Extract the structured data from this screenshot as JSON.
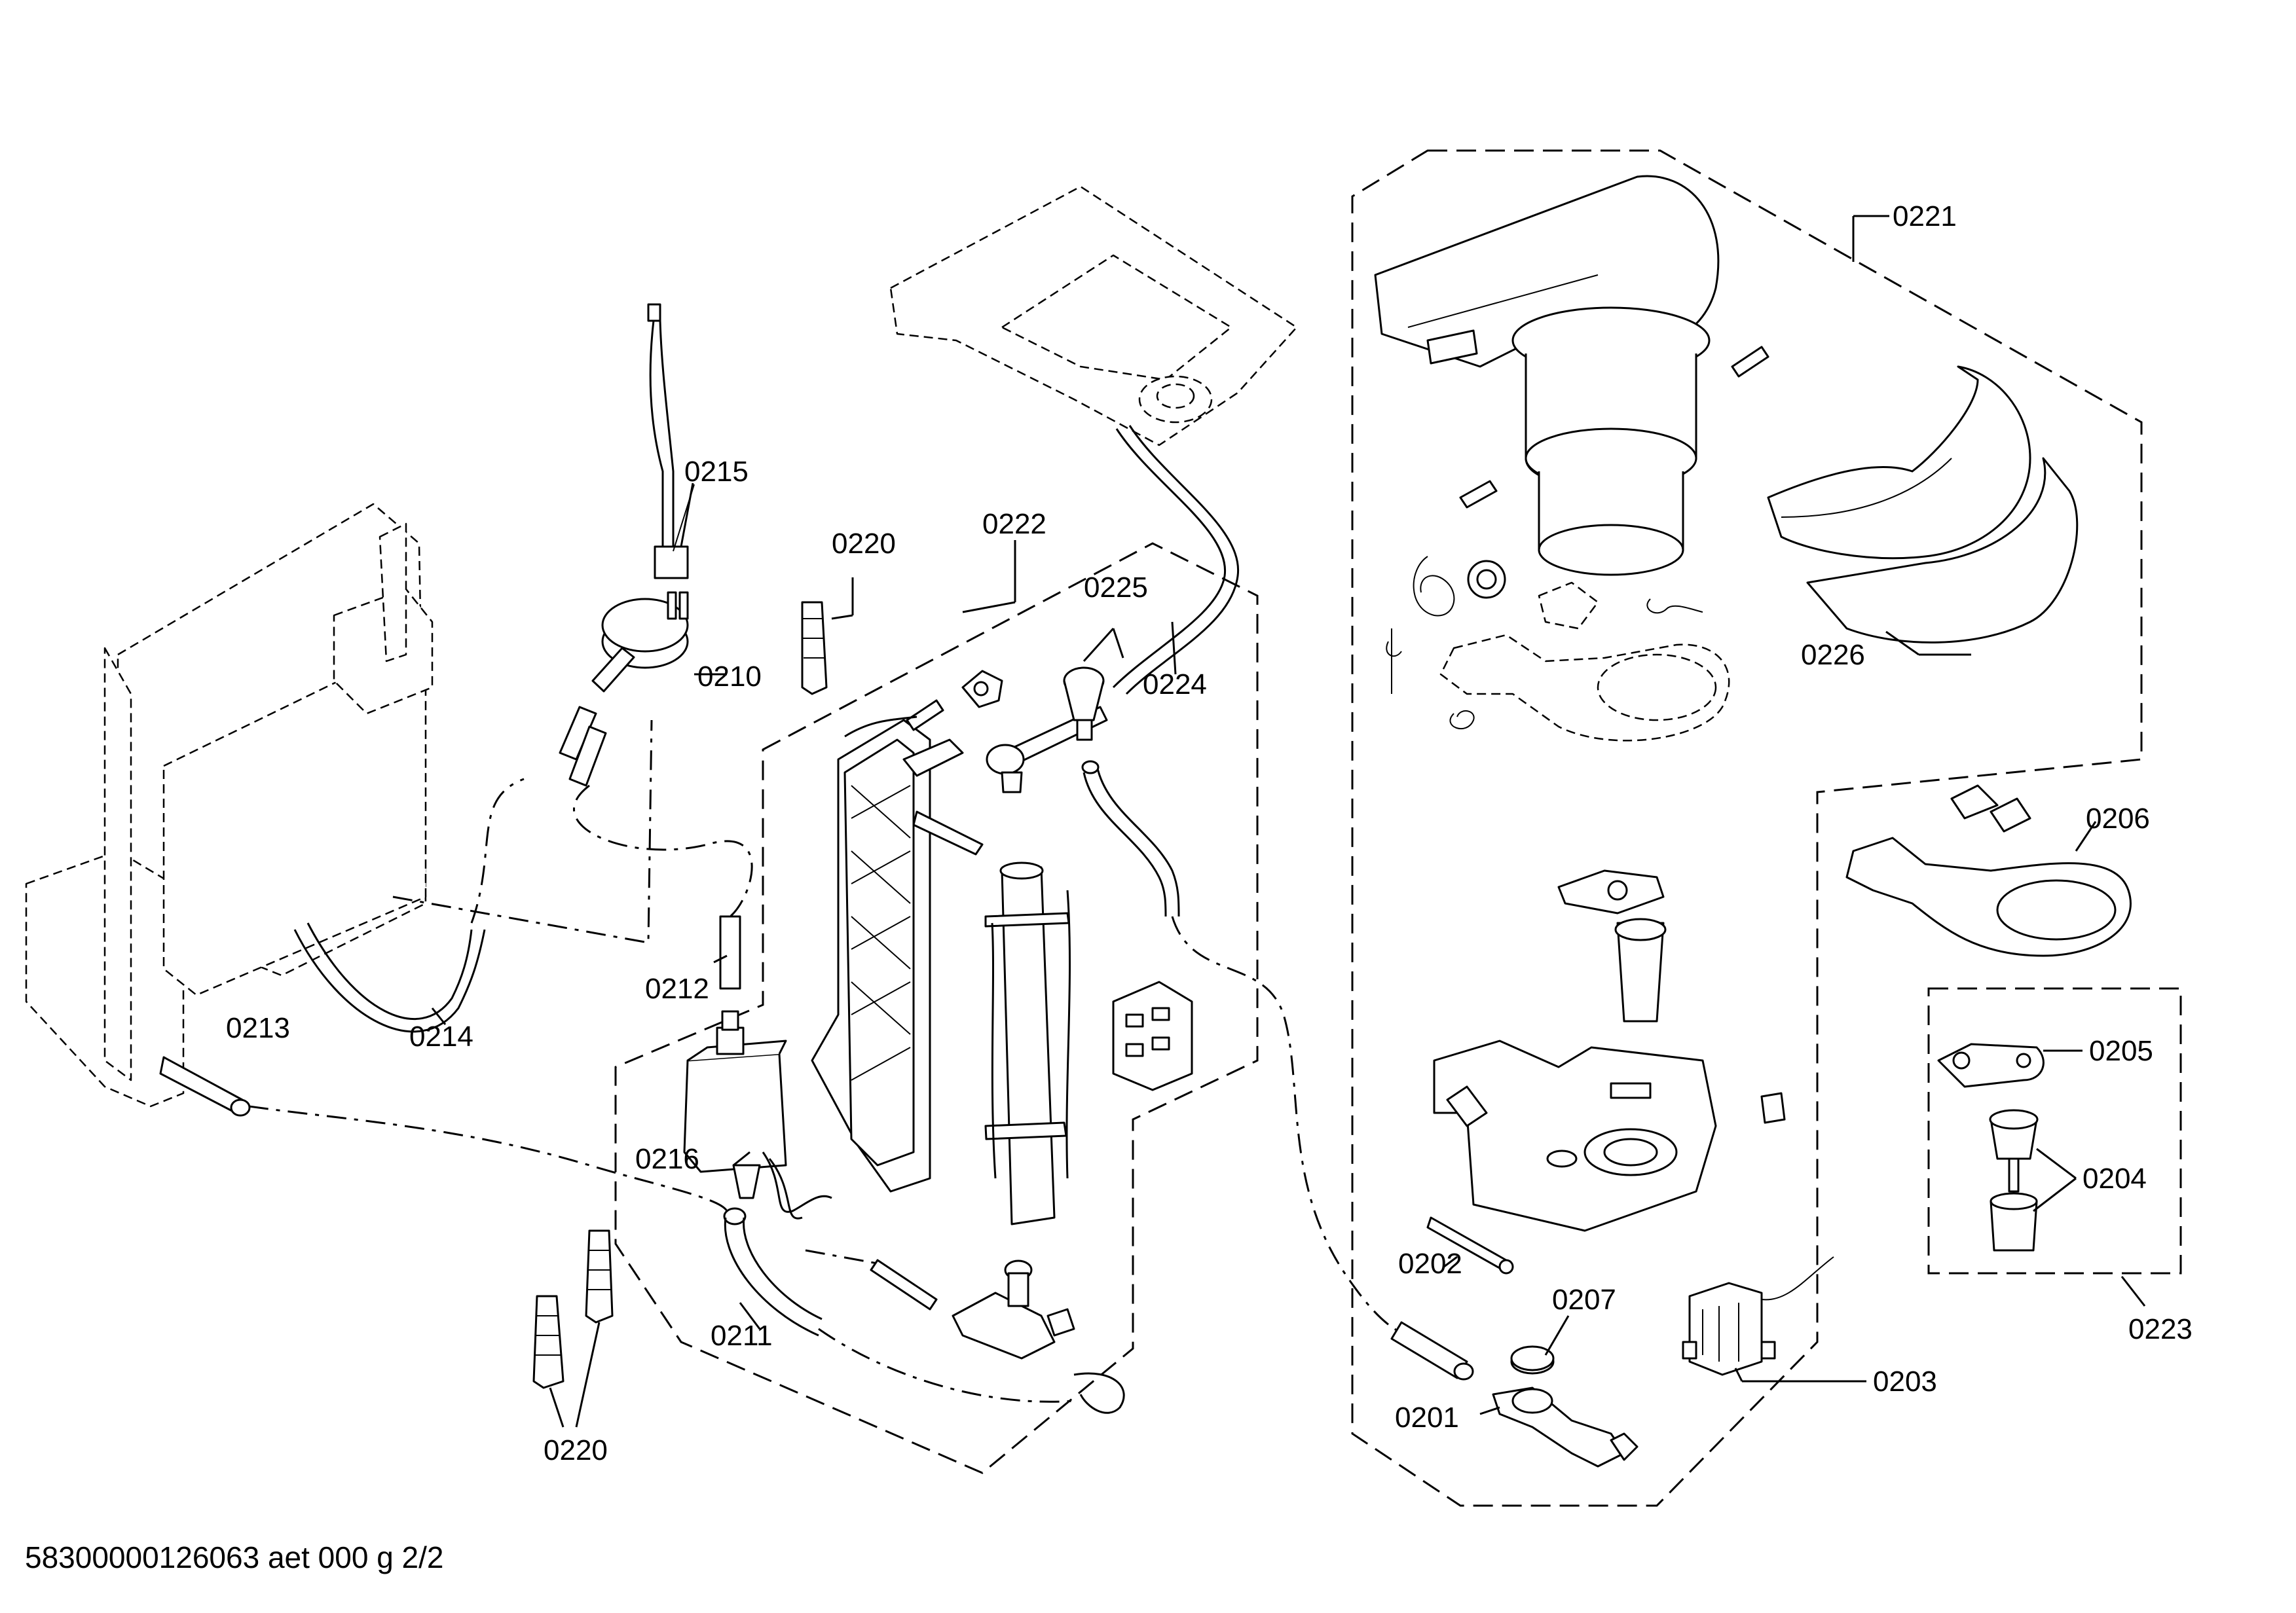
{
  "footer": {
    "doc_id": "58300000126063 aet 000 g 2/2"
  },
  "parts": {
    "p0201": "0201",
    "p0202": "0202",
    "p0203": "0203",
    "p0204": "0204",
    "p0205": "0205",
    "p0206": "0206",
    "p0207": "0207",
    "p0210": "0210",
    "p0211": "0211",
    "p0212": "0212",
    "p0213": "0213",
    "p0214": "0214",
    "p0215": "0215",
    "p0216": "0216",
    "p0220_top": "0220",
    "p0220_bottom": "0220",
    "p0221": "0221",
    "p0222": "0222",
    "p0223": "0223",
    "p0224": "0224",
    "p0225": "0225",
    "p0226": "0226"
  }
}
